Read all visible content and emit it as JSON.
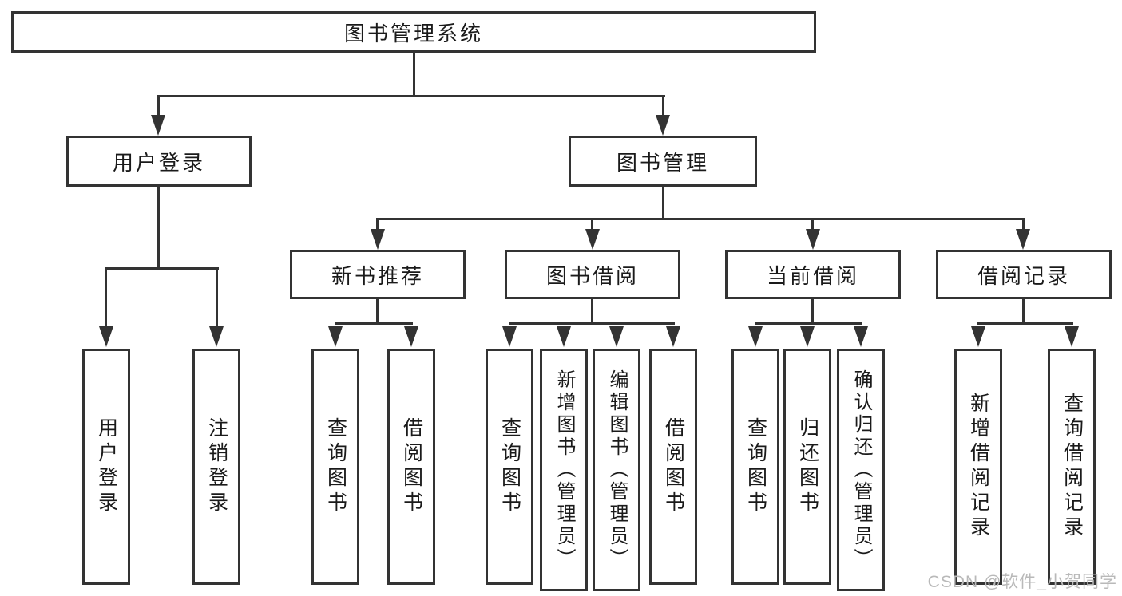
{
  "nodes": {
    "root": "图书管理系统",
    "user_login": "用户登录",
    "book_mgmt": "图书管理",
    "new_book_rec": "新书推荐",
    "book_borrow": "图书借阅",
    "current_borrow": "当前借阅",
    "borrow_records": "借阅记录"
  },
  "leaves": {
    "user": [
      "用户登录",
      "注销登录"
    ],
    "new_book": [
      "查询图书",
      "借阅图书"
    ],
    "borrow": [
      "查询图书",
      "新增图书（管理员）",
      "编辑图书（管理员）",
      "借阅图书"
    ],
    "current": [
      "查询图书",
      "归还图书",
      "确认归还（管理员）"
    ],
    "records": [
      "新增借阅记录",
      "查询借阅记录"
    ]
  },
  "watermark": {
    "text": "CSDN @软件_小贺同学"
  },
  "colors": {
    "line": "#333333",
    "text": "#1a1a1a",
    "background": "#ffffff",
    "watermark": "#b9b9b9"
  }
}
